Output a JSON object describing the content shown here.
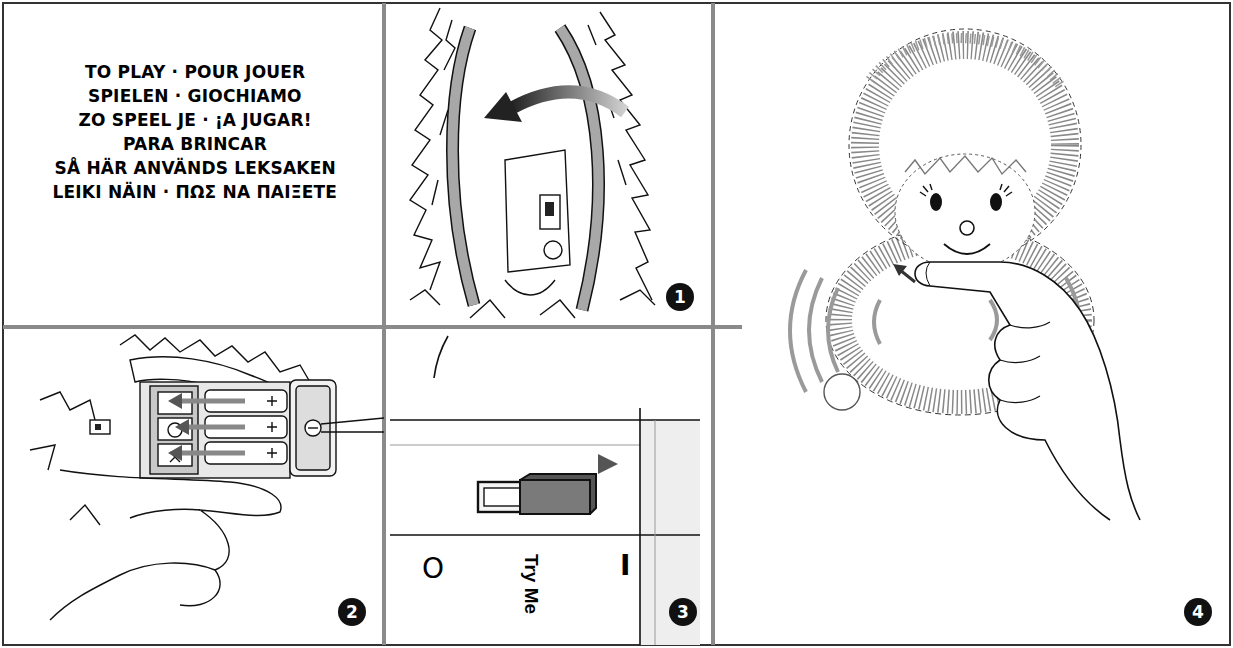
{
  "diagram": {
    "labels": [
      "TO PLAY · POUR JOUER",
      "SPIELEN · GIOCHIAMO",
      "ZO SPEEL JE · ¡A JUGAR!",
      "PARA BRINCAR",
      "SÅ HÄR ANVÄNDS LEKSAKEN",
      "LEIKI NÄIN · ΠΩΣ ΝΑ ΠΑΙΞΕΤΕ",
      "1",
      "2",
      "O",
      "Try Me",
      "I",
      "3",
      "4"
    ]
  }
}
